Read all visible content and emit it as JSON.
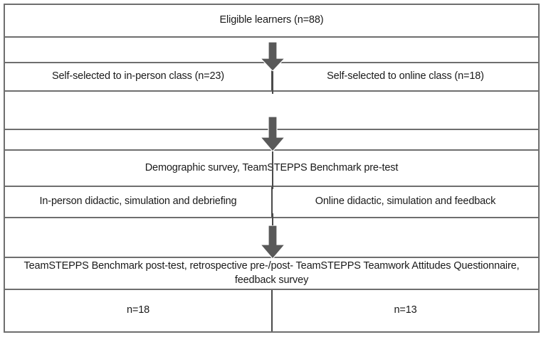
{
  "figure": {
    "kind": "study-flow-diagram",
    "border_color": "#6e6e6e",
    "divider_color": "#4a4a4a",
    "arrow_color": "#595959",
    "text_color": "#1a1a1a",
    "background": "#ffffff"
  },
  "rows": {
    "title": {
      "text": "Eligible learners (n=88)"
    },
    "self_selection": {
      "left": "Self-selected to in-person class (n=23)",
      "right": "Self-selected to online class (n=18)"
    },
    "pretest": {
      "text": "Demographic survey, TeamSTEPPS Benchmark pre-test"
    },
    "intervention": {
      "left": "In-person didactic, simulation and debriefing",
      "right": "Online didactic, simulation and feedback"
    },
    "posttest": {
      "text": "TeamSTEPPS Benchmark post-test, retrospective pre-/post- TeamSTEPPS Teamwork Attitudes Questionnaire, feedback survey"
    },
    "counts": {
      "left": "n=18",
      "right": "n=13"
    }
  },
  "arrows": [
    {
      "name": "arrow-eligible-to-selfselect",
      "direction": "down"
    },
    {
      "name": "arrow-selfselect-to-pretest",
      "direction": "down"
    },
    {
      "name": "arrow-intervention-to-posttest",
      "direction": "down"
    }
  ]
}
